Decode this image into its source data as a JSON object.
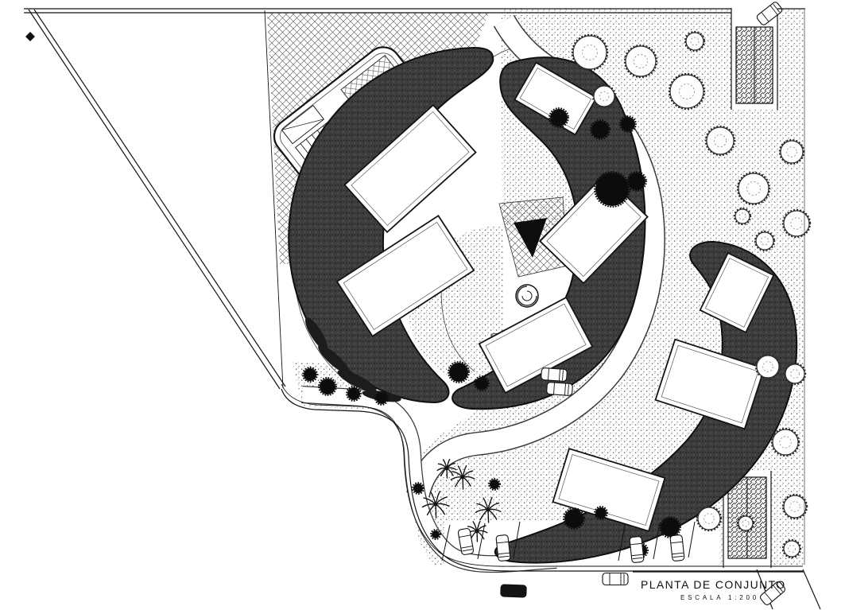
{
  "title_block": {
    "title": "PLANTA DE CONJUNTO",
    "scale_label": "ESCALA 1:200"
  },
  "drawing": {
    "type": "architectural-site-plan",
    "colors": {
      "ink": "#141414",
      "paper": "#ffffff",
      "building_fill": "#3d3d3d"
    },
    "elements": {
      "trees_outlined": [
        [
          742,
          66,
          21
        ],
        [
          806,
          77,
          19
        ],
        [
          760,
          121,
          13
        ],
        [
          864,
          115,
          21
        ],
        [
          906,
          177,
          17
        ],
        [
          948,
          237,
          19
        ],
        [
          996,
          191,
          14
        ],
        [
          1002,
          281,
          16
        ],
        [
          962,
          303,
          11
        ],
        [
          934,
          272,
          9
        ],
        [
          874,
          52,
          11
        ],
        [
          1000,
          470,
          12
        ],
        [
          966,
          461,
          14
        ],
        [
          988,
          556,
          16
        ],
        [
          1000,
          637,
          14
        ],
        [
          892,
          652,
          14
        ],
        [
          938,
          658,
          9
        ],
        [
          996,
          690,
          10
        ]
      ],
      "trees_dark": [
        [
          703,
          148,
          11
        ],
        [
          755,
          163,
          11
        ],
        [
          790,
          156,
          9
        ],
        [
          770,
          238,
          21
        ],
        [
          801,
          228,
          11
        ],
        [
          577,
          468,
          12
        ],
        [
          606,
          482,
          8
        ],
        [
          412,
          486,
          10
        ],
        [
          445,
          495,
          8
        ],
        [
          390,
          471,
          8
        ],
        [
          480,
          501,
          7
        ],
        [
          722,
          652,
          12
        ],
        [
          843,
          663,
          12
        ],
        [
          806,
          692,
          8
        ],
        [
          756,
          645,
          7
        ],
        [
          526,
          614,
          6
        ],
        [
          622,
          609,
          6
        ],
        [
          548,
          672,
          5
        ]
      ],
      "palms": [
        [
          548,
          634,
          17
        ],
        [
          582,
          600,
          15
        ],
        [
          614,
          641,
          16
        ],
        [
          562,
          589,
          12
        ],
        [
          600,
          668,
          13
        ]
      ],
      "cars": [
        [
          968,
          17,
          -38,
          0
        ],
        [
          697,
          471,
          4,
          0
        ],
        [
          704,
          489,
          4,
          0
        ],
        [
          586,
          681,
          80,
          0
        ],
        [
          633,
          689,
          84,
          0
        ],
        [
          801,
          691,
          84,
          0
        ],
        [
          852,
          689,
          84,
          0
        ],
        [
          646,
          743,
          2,
          1
        ],
        [
          774,
          728,
          0,
          0
        ],
        [
          972,
          746,
          -40,
          0
        ]
      ],
      "parking_stalls": [
        [
          566,
          660,
          556,
          705
        ],
        [
          610,
          658,
          601,
          703
        ],
        [
          654,
          656,
          646,
          701
        ],
        [
          786,
          660,
          778,
          705
        ],
        [
          830,
          658,
          822,
          703
        ],
        [
          874,
          656,
          866,
          701
        ]
      ]
    }
  }
}
